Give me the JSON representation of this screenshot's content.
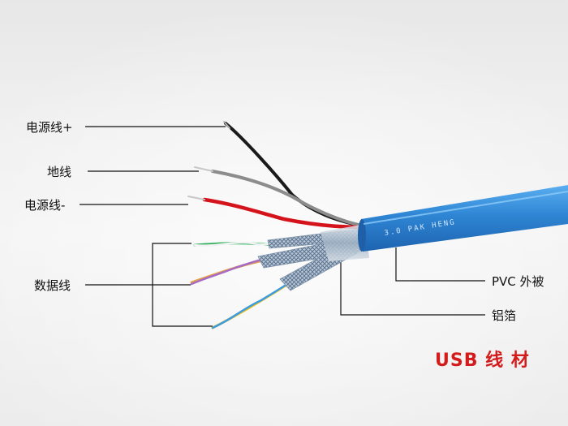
{
  "labels": {
    "power_plus": "电源线+",
    "ground": "地线",
    "power_minus": "电源线-",
    "data": "数据线",
    "pvc_jacket": "PVC 外被",
    "foil": "铝箔"
  },
  "cable_print": "3.0 PAK HENG",
  "caption": "USB 线 材",
  "colors": {
    "jacket": "#2f86d4",
    "power_plus_wire": "#1a1a1a",
    "ground_wire": "#8c8c8c",
    "power_minus_wire": "#d4131b",
    "caption": "#d41b1b"
  }
}
